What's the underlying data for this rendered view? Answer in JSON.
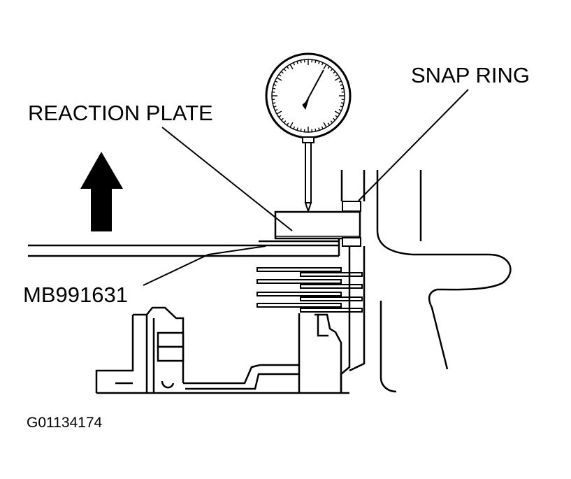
{
  "labels": {
    "reaction_plate": "REACTION PLATE",
    "snap_ring": "SNAP RING",
    "tool": "MB991631",
    "figure_id": "G01134174"
  },
  "colors": {
    "ink": "#000000",
    "paper": "#ffffff"
  },
  "icons": {
    "arrow": "arrow-up-icon",
    "gauge": "dial-gauge-icon"
  }
}
